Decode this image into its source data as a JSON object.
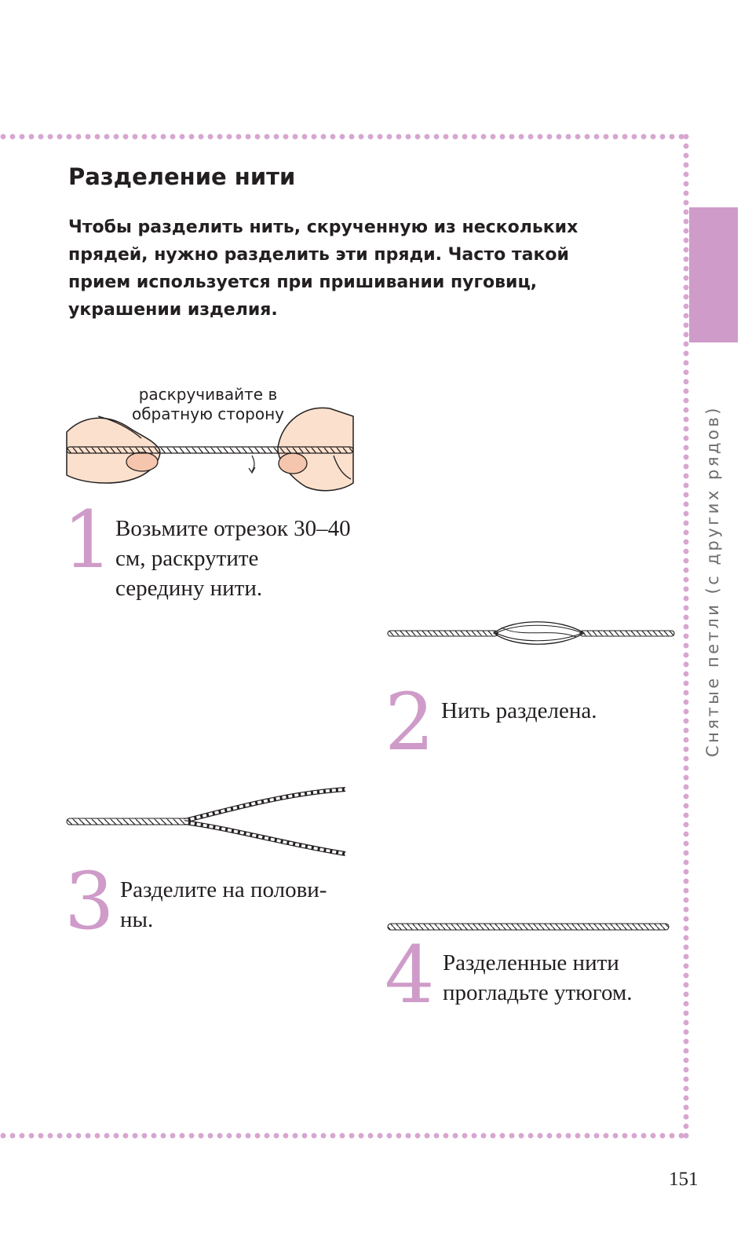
{
  "section_title": "Разделение нити",
  "intro_text": "Чтобы разделить нить, скрученную из нескольких прядей, нужно разделить эти пряди. Часто такой прием используется при пришивании пуговиц, украшении изделия.",
  "side_tab_label": "Снятые петли (с других рядов)",
  "illustration_label": "раскручивайте в обратную сторону",
  "steps": [
    {
      "number": "1",
      "text": "Возьмите отрезок 30–40 см, раскрутите середину нити."
    },
    {
      "number": "2",
      "text": "Нить разделена."
    },
    {
      "number": "3",
      "text": "Разделите на полови-ны."
    },
    {
      "number": "4",
      "text": "Разделенные нити прогладьте утюгом."
    }
  ],
  "page_number": "151",
  "colors": {
    "accent": "#cf9bc9",
    "dots": "#d7a6d1",
    "text": "#231f20",
    "side_label": "#6d6e71"
  }
}
